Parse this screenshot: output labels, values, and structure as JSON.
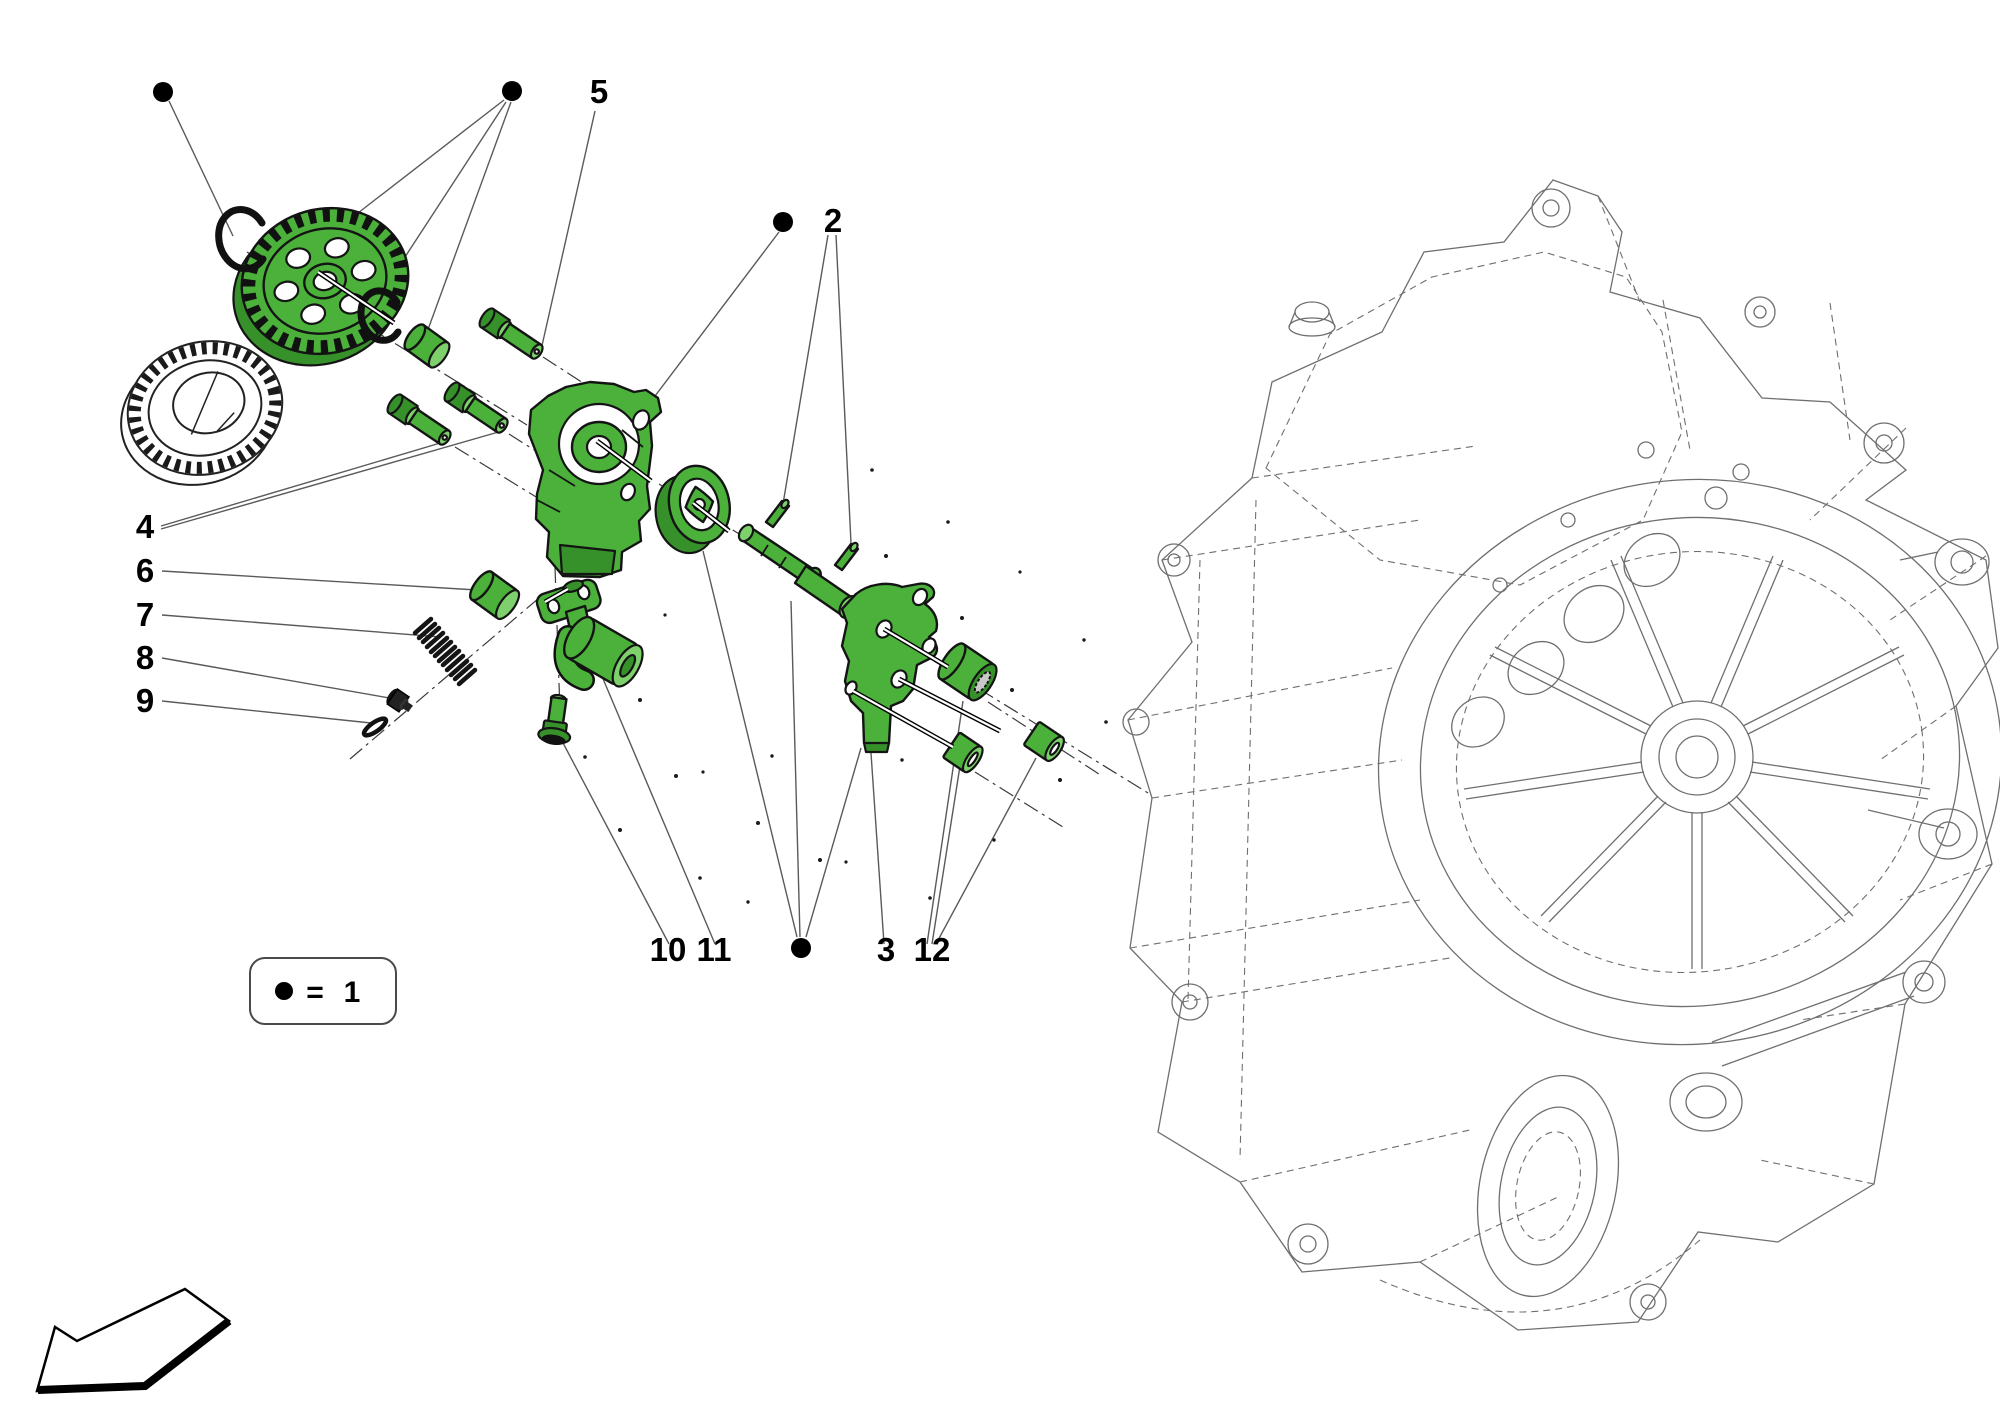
{
  "diagram": {
    "kind": "exploded-parts-diagram",
    "subject": "oil pump assembly on gearbox housing"
  },
  "colors": {
    "background": "#ffffff",
    "part_highlight": "#4bb13b",
    "part_shadow": "#37912a",
    "part_light": "#7ed06c",
    "part_outline": "#141414",
    "leader_line": "#5a5a5a",
    "housing_line": "#6f6f6f",
    "label_text": "#000000"
  },
  "callouts": {
    "c2": "2",
    "c3": "3",
    "c4": "4",
    "c5": "5",
    "c6": "6",
    "c7": "7",
    "c8": "8",
    "c9": "9",
    "c10": "10",
    "c11": "11",
    "c12": "12"
  },
  "legend": {
    "bullet_symbol": "●",
    "equals": "=",
    "quantity": "1"
  },
  "icons": {
    "quantity_bullet": "filled-circle",
    "direction_arrow": "outline-block-arrow-down-left"
  }
}
